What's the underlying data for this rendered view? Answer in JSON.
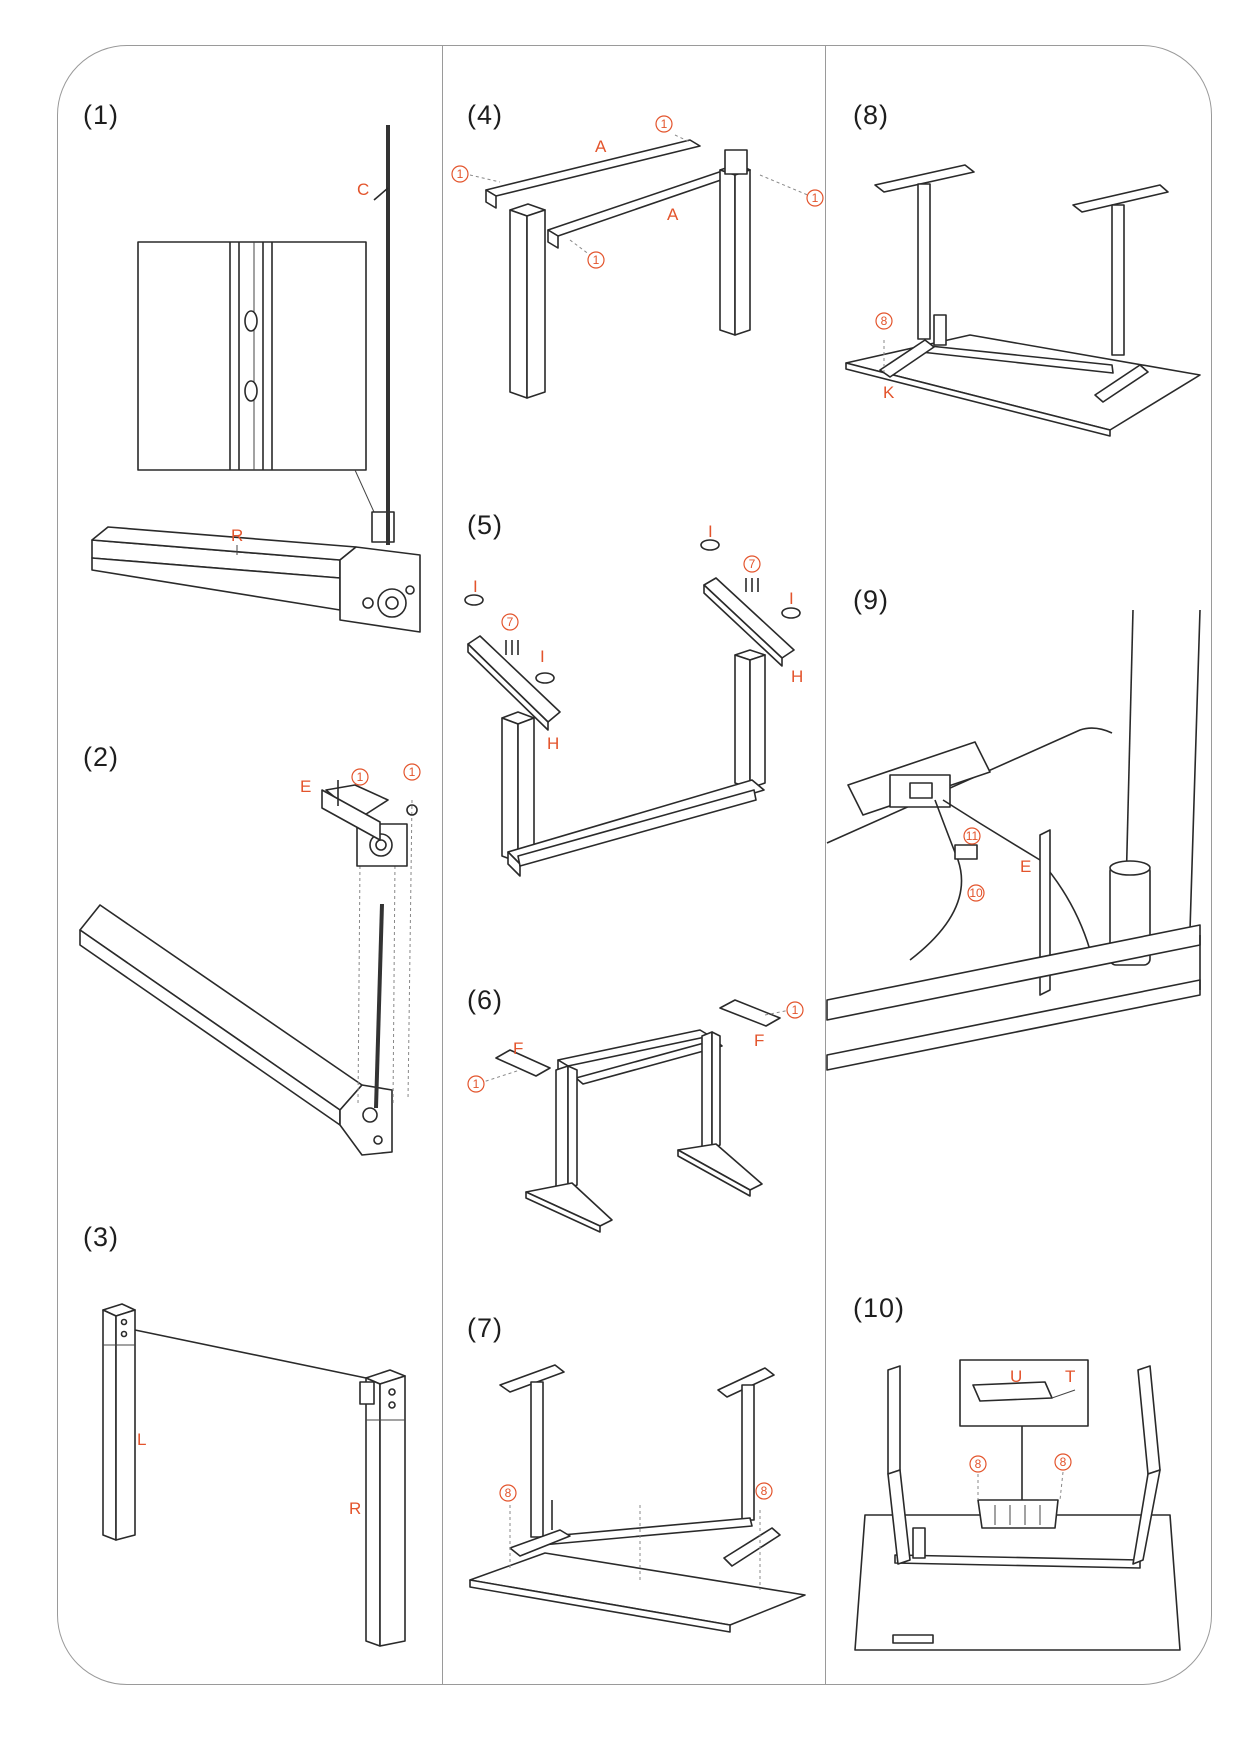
{
  "steps": [
    {
      "number": "(1)",
      "labels": [
        "C",
        "R"
      ]
    },
    {
      "number": "(2)",
      "labels": [
        "E",
        "1",
        "1"
      ]
    },
    {
      "number": "(3)",
      "labels": [
        "L",
        "R"
      ]
    },
    {
      "number": "(4)",
      "labels": [
        "A",
        "A",
        "1",
        "1",
        "1",
        "1"
      ]
    },
    {
      "number": "(5)",
      "labels": [
        "I",
        "I",
        "I",
        "I",
        "7",
        "7",
        "H",
        "H"
      ]
    },
    {
      "number": "(6)",
      "labels": [
        "F",
        "F",
        "1",
        "1"
      ]
    },
    {
      "number": "(7)",
      "labels": [
        "8",
        "8"
      ]
    },
    {
      "number": "(8)",
      "labels": [
        "8",
        "K"
      ]
    },
    {
      "number": "(9)",
      "labels": [
        "11",
        "10",
        "E"
      ]
    },
    {
      "number": "(10)",
      "labels": [
        "U",
        "T",
        "8",
        "8"
      ]
    }
  ],
  "accent_color": "#e3542c",
  "line_color": "#2a2a2a",
  "frame_color": "#9a9a9a"
}
